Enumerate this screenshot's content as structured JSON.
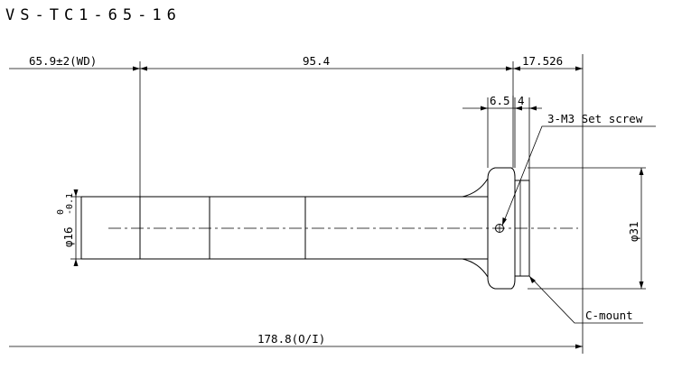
{
  "drawing": {
    "model": "VS-TC1-65-16",
    "dimensions": {
      "working_distance": "65.9±2(WD)",
      "length_body": "95.4",
      "length_rear": "17.526",
      "rear_6_5": "6.5",
      "rear_4": "4",
      "diameter_front": "φ16",
      "diameter_front_tol_upper": "0",
      "diameter_front_tol_lower": "-0.1",
      "diameter_rear": "φ31",
      "overall_length": "178.8(O/I)"
    },
    "callouts": {
      "set_screw": "3-M3 Set screw",
      "mount": "C-mount"
    }
  }
}
